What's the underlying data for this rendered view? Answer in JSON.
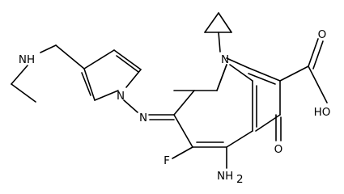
{
  "structure": {
    "atom_labels": {
      "amine_nh": "NH",
      "pyrrole_n": "N",
      "imine_n": "N",
      "ring_n": "N",
      "fluoro": "F",
      "amino": "NH",
      "amino_sub": "2",
      "keto_o": "O",
      "acid_o": "O",
      "hydroxyl": "HO"
    },
    "colors": {
      "bond": "#000000",
      "label": "#000000",
      "background": "#ffffff"
    }
  }
}
